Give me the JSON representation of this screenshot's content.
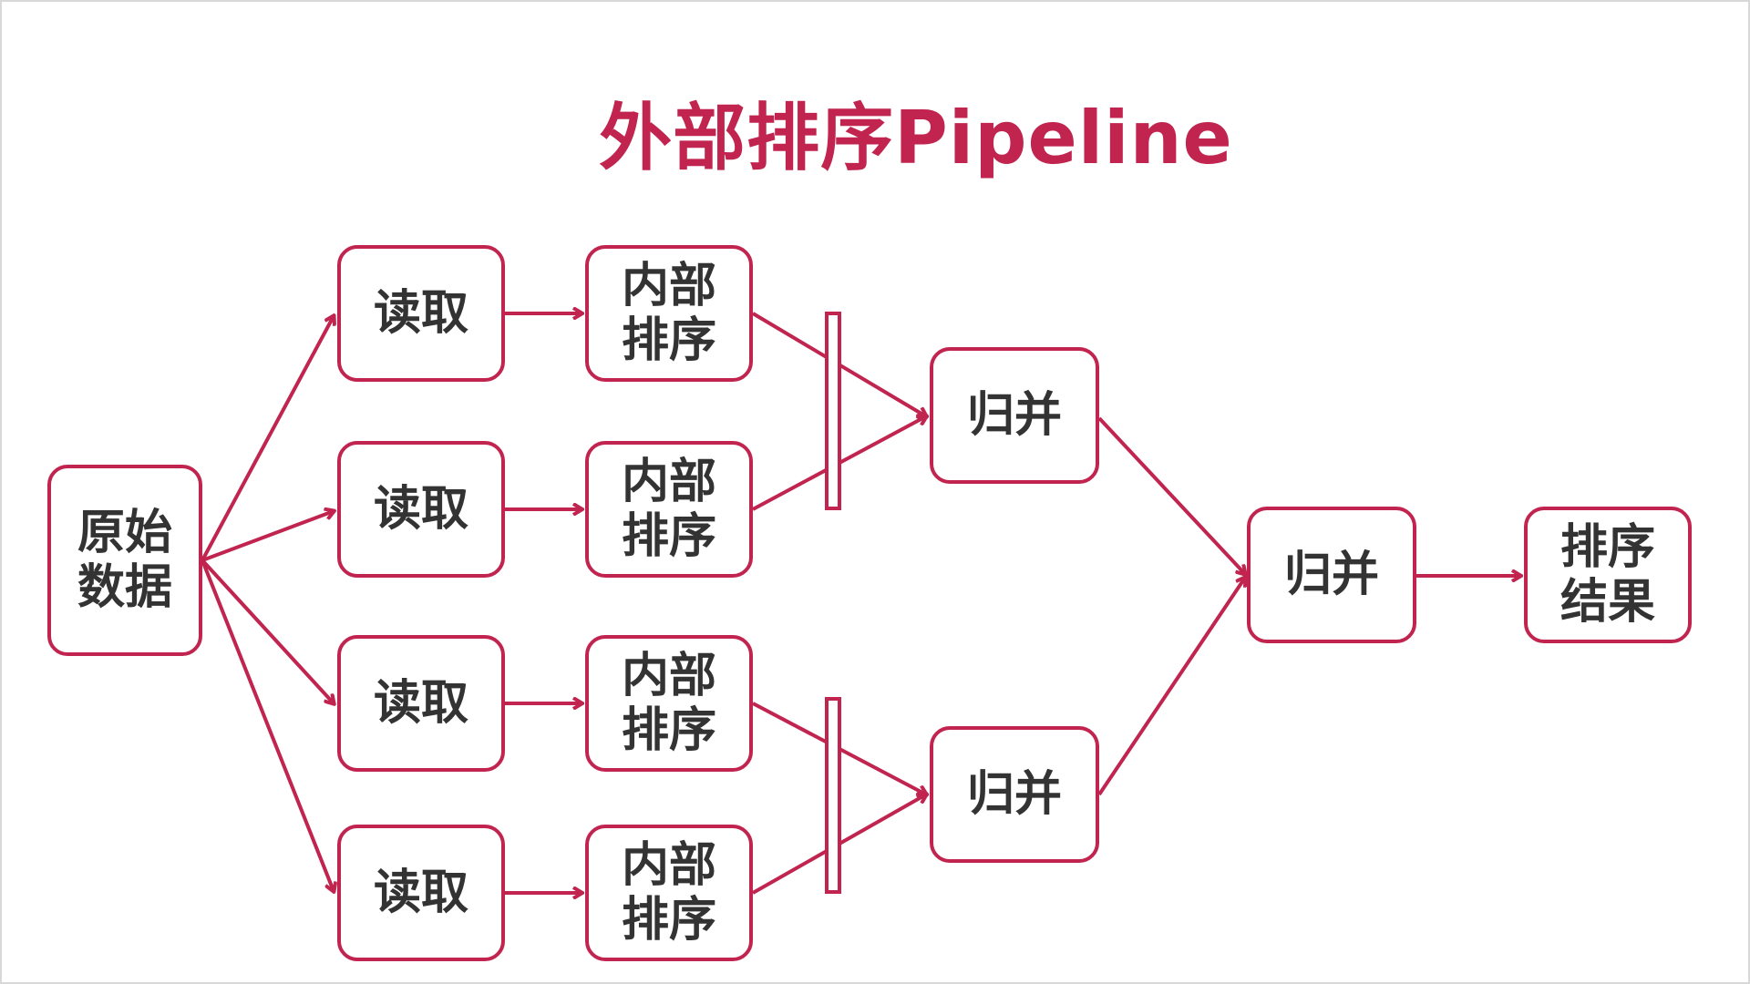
{
  "title": "外部排序Pipeline",
  "colors": {
    "accent": "#c0244f",
    "node_text": "#333333",
    "node_border": "#c0244f"
  },
  "nodes": {
    "source": "原始\n数据",
    "read_1": "读取",
    "read_2": "读取",
    "read_3": "读取",
    "read_4": "读取",
    "sort_1": "内部\n排序",
    "sort_2": "内部\n排序",
    "sort_3": "内部\n排序",
    "sort_4": "内部\n排序",
    "merge_top": "归并",
    "merge_bottom": "归并",
    "merge_final": "归并",
    "result": "排序\n结果"
  }
}
